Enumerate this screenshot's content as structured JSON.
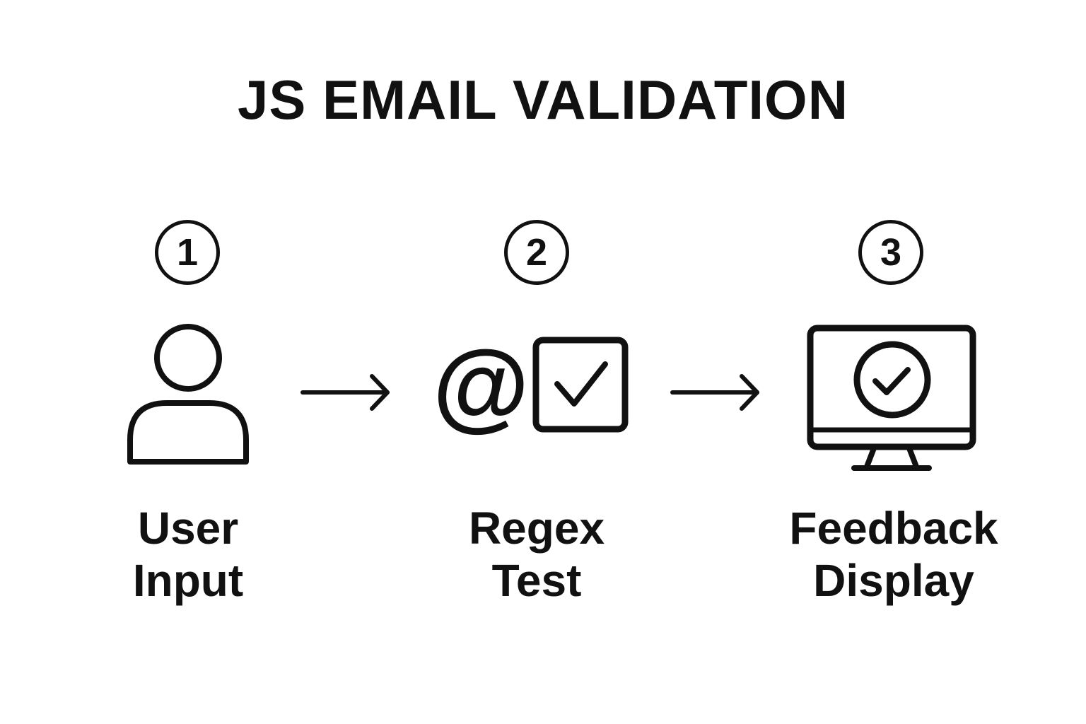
{
  "diagram": {
    "title": "JS EMAIL VALIDATION",
    "steps": [
      {
        "number": "1",
        "icon": "user-icon",
        "label_line1": "User",
        "label_line2": "Input"
      },
      {
        "number": "2",
        "icon": "at-sign-checkbox-icon",
        "at_symbol": "@",
        "label_line1": "Regex",
        "label_line2": "Test"
      },
      {
        "number": "3",
        "icon": "monitor-check-icon",
        "label_line1": "Feedback",
        "label_line2": "Display"
      }
    ],
    "connectors": [
      "arrow-right-icon",
      "arrow-right-icon"
    ],
    "colors": {
      "ink": "#111111",
      "background": "#ffffff"
    }
  }
}
